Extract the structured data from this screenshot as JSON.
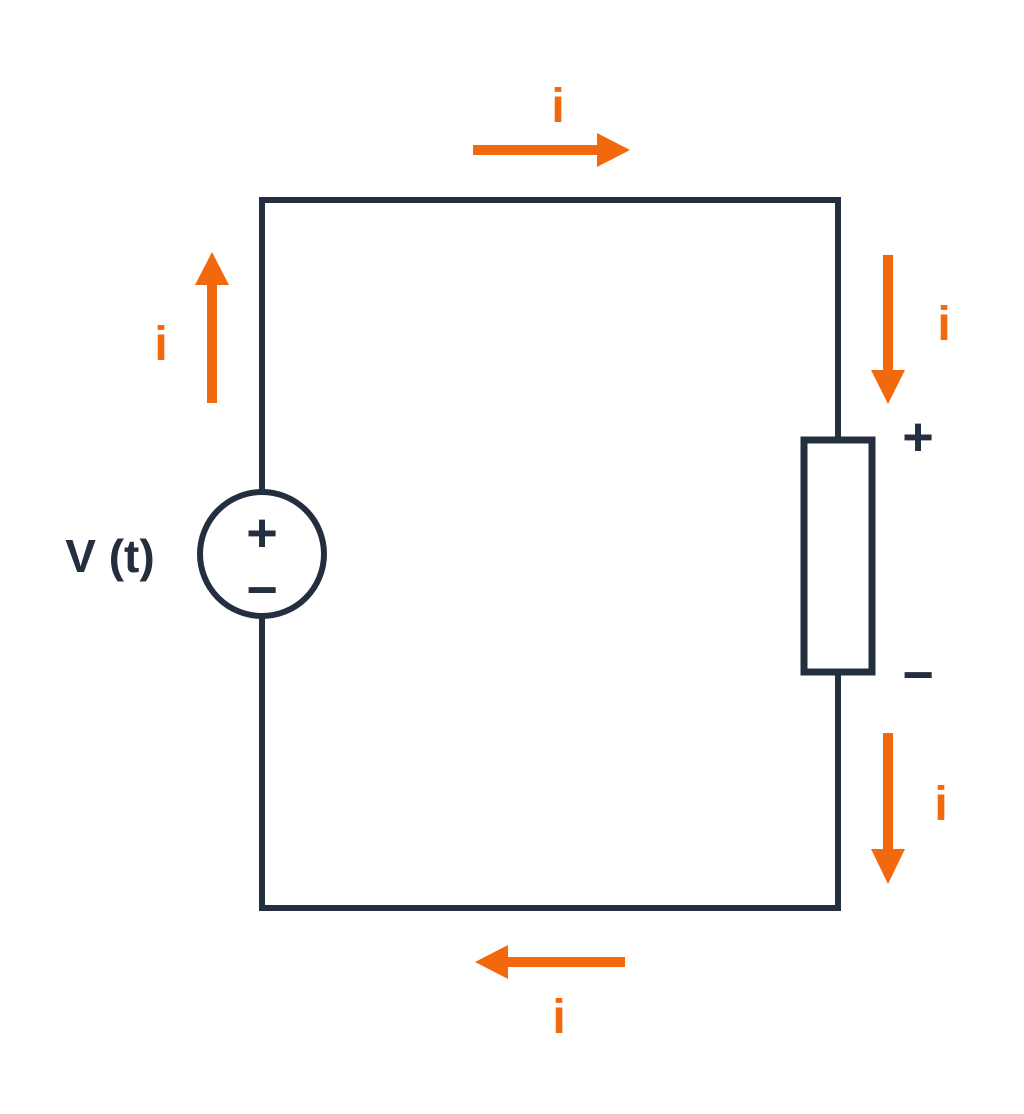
{
  "diagram": {
    "kind": "series-circuit",
    "colors": {
      "wire": "#232F3E",
      "current": "#F2690D",
      "background": "#FFFFFF"
    },
    "source": {
      "label": "V (t)",
      "positive_terminal": "+",
      "negative_terminal": "−"
    },
    "load": {
      "positive_label": "+",
      "negative_label": "−"
    },
    "current_arrows": [
      {
        "position": "top",
        "direction": "right",
        "label": "i"
      },
      {
        "position": "left",
        "direction": "up",
        "label": "i"
      },
      {
        "position": "right-upper",
        "direction": "down",
        "label": "i"
      },
      {
        "position": "right-lower",
        "direction": "down",
        "label": "i"
      },
      {
        "position": "bottom",
        "direction": "left",
        "label": "i"
      }
    ]
  }
}
